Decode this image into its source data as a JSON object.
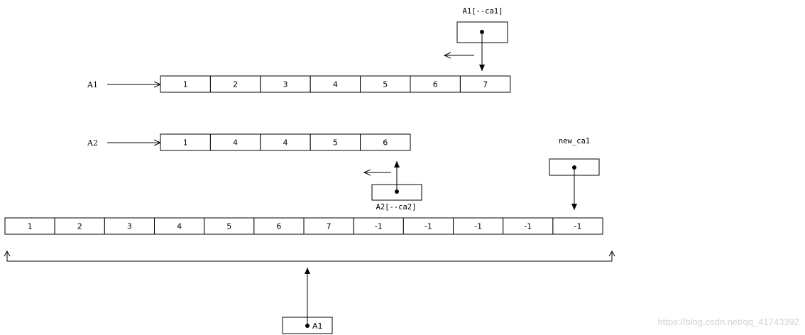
{
  "arrays": {
    "a1": {
      "label": "A1",
      "cells": [
        "1",
        "2",
        "3",
        "4",
        "5",
        "6",
        "7"
      ]
    },
    "a2": {
      "label": "A2",
      "cells": [
        "1",
        "4",
        "4",
        "5",
        "6"
      ]
    },
    "merged": {
      "cells": [
        "1",
        "2",
        "3",
        "4",
        "5",
        "6",
        "7",
        "-1",
        "-1",
        "-1",
        "-1",
        "-1"
      ]
    }
  },
  "pointers": {
    "a1_ptr": {
      "label": "A1[--ca1]"
    },
    "a2_ptr": {
      "label": "A2[--ca2]"
    },
    "new_ptr": {
      "label": "new_ca1"
    },
    "bottom_ptr": {
      "label": "A1"
    }
  },
  "watermark": "https://blog.csdn.net/qq_41743392"
}
